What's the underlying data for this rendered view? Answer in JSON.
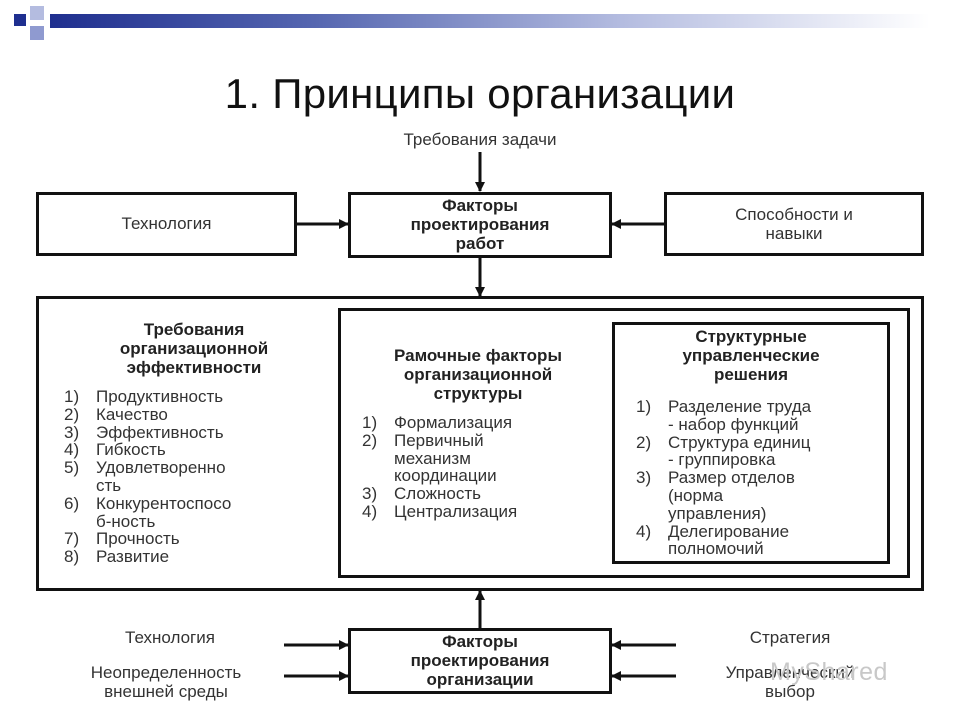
{
  "slide": {
    "title": "1. Принципы организации"
  },
  "diagram": {
    "top_input": "Требования задачи",
    "left_top": "Технология",
    "center_top": "Факторы\nпроектирования\nработ",
    "right_top": "Способности и\nнавыки",
    "col1": {
      "heading": "Требования\nорганизационной\nэффективности",
      "items": [
        {
          "num": "1)",
          "text": "Продуктивность"
        },
        {
          "num": "2)",
          "text": "Качество"
        },
        {
          "num": "3)",
          "text": "Эффективность"
        },
        {
          "num": "4)",
          "text": "Гибкость"
        },
        {
          "num": "5)",
          "text": "Удовлетворенно\nсть"
        },
        {
          "num": "6)",
          "text": "Конкурентоспосо\nб-ность"
        },
        {
          "num": "7)",
          "text": "Прочность"
        },
        {
          "num": "8)",
          "text": "Развитие"
        }
      ]
    },
    "col2": {
      "heading": "Рамочные факторы\nорганизационной\nструктуры",
      "items": [
        {
          "num": "1)",
          "text": "Формализация"
        },
        {
          "num": "2)",
          "text": "Первичный\nмеханизм\nкоординации"
        },
        {
          "num": "3)",
          "text": "Сложность"
        },
        {
          "num": "4)",
          "text": "Централизация"
        }
      ]
    },
    "col3": {
      "heading": "Структурные\nуправленческие\nрешения",
      "items": [
        {
          "num": "1)",
          "text": "Разделение труда\n- набор функций"
        },
        {
          "num": "2)",
          "text": "Структура единиц\n- группировка"
        },
        {
          "num": "3)",
          "text": "Размер отделов\n(норма\nуправления)"
        },
        {
          "num": "4)",
          "text": "Делегирование\nполномочий"
        }
      ]
    },
    "bottom_left_1": "Технология",
    "bottom_left_2": "Неопределенность\nвнешней среды",
    "center_bottom": "Факторы\nпроектирования\nорганизации",
    "bottom_right_1": "Стратегия",
    "bottom_right_2": "Управленческий\nвыбор"
  },
  "watermark": "MyShared",
  "colors": {
    "header_dark": "#1f2f8f",
    "header_mid": "#5566b0",
    "header_light": "#b4bce0",
    "line": "#111111"
  }
}
